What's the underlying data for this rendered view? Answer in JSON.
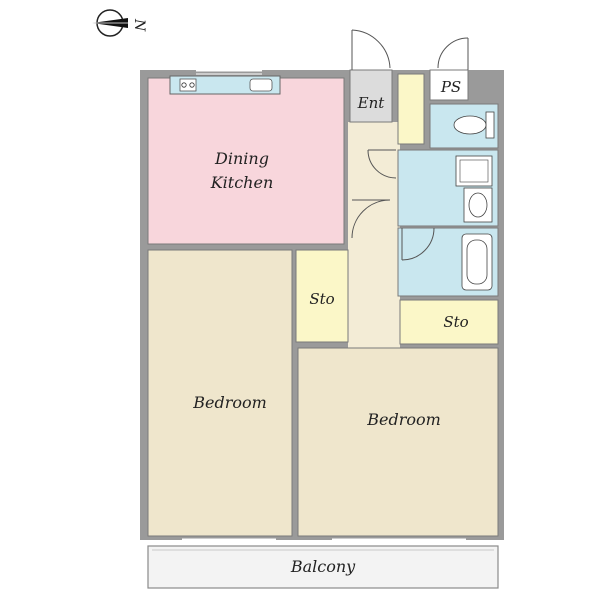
{
  "compass": {
    "label": "N",
    "icon": "compass-north-arrow-icon"
  },
  "rooms": {
    "dining_kitchen": {
      "line1": "Dining",
      "line2": "Kitchen"
    },
    "bedroom_left": "Bedroom",
    "bedroom_right": "Bedroom",
    "balcony": "Balcony",
    "entrance": "Ent",
    "pipe_space": "PS",
    "storage_center": "Sto",
    "storage_right": "Sto"
  },
  "colors": {
    "wall": "#9a9a9a",
    "dining_kitchen": "#f8d6dc",
    "bedroom": "#efe6cc",
    "hall": "#f3ecd6",
    "storage": "#fbf7c8",
    "wet_area": "#c9e7ef",
    "entrance": "#dcdcdc",
    "balcony": "#f3f3f3"
  }
}
